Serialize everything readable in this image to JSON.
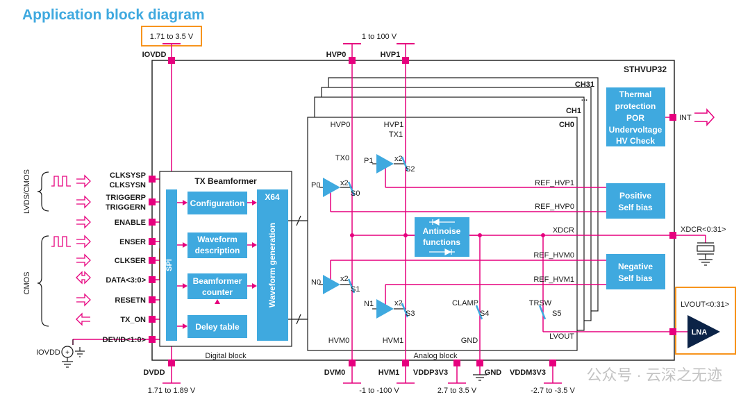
{
  "title": "Application block diagram",
  "chip_name": "STHVUP32",
  "supplies": {
    "iovdd_range": "1.71 to 3.5 V",
    "iovdd": "IOVDD",
    "hv_range": "1 to 100 V",
    "hvp0": "HVP0",
    "hvp1": "HVP1",
    "dvdd": "DVDD",
    "dvdd_range": "1.71 to 1.89 V",
    "dvm0": "DVM0",
    "hvm1": "HVM1",
    "hvm_range": "-1 to -100 V",
    "vddp3v3": "VDDP3V3",
    "vddp_range": "2.7 to 3.5 V",
    "gnd": "GND",
    "vddm3v3": "VDDM3V3",
    "vddm_range": "-2.7 to -3.5 V"
  },
  "channels": {
    "ch31": "CH31",
    "dots": "...",
    "ch1": "CH1",
    "ch0": "CH0"
  },
  "left_groups": {
    "lvds": "LVDS/CMOS",
    "cmos": "CMOS"
  },
  "pins": {
    "clksysp": "CLKSYSP",
    "clksysn": "CLKSYSN",
    "triggerp": "TRIGGERP",
    "triggern": "TRIGGERN",
    "enable": "ENABLE",
    "enser": "ENSER",
    "clkser": "CLKSER",
    "data": "DATA<3:0>",
    "resetn": "RESETN",
    "tx_on": "TX_ON",
    "devid": "DEVID<1:0>",
    "iovdd_src": "IOVDD"
  },
  "tx_beamformer": {
    "title": "TX Beamformer",
    "spi": "SPI",
    "configuration": "Configuration",
    "waveform_description": [
      "Waveform",
      "description"
    ],
    "beamformer_counter": [
      "Beamformer",
      "counter"
    ],
    "delay_table": "Deley table",
    "x64": "X64",
    "waveform_generation": "Waveform generation",
    "digital_block": "Digital block"
  },
  "analog": {
    "hvp0": "HVP0",
    "hvp1": "HVP1",
    "tx1": "TX1",
    "tx0": "TX0",
    "p1": "P1",
    "p0": "P0",
    "x2": "x2",
    "s0": "S0",
    "s1": "S1",
    "s2": "S2",
    "s3": "S3",
    "s4": "S4",
    "s5": "S5",
    "n0": "N0",
    "n1": "N1",
    "clamp": "CLAMP",
    "trsw": "TRSW",
    "ref_hvp1": "REF_HVP1",
    "ref_hvp0": "REF_HVP0",
    "xdcr": "XDCR",
    "ref_hvm0": "REF_HVM0",
    "ref_hvm1": "REF_HVM1",
    "hvm0": "HVM0",
    "hvm1": "HVM1",
    "gnd": "GND",
    "lvout": "LVOUT",
    "antinoise": [
      "Antinoise",
      "functions"
    ],
    "analog_block": "Analog block"
  },
  "right_blocks": {
    "thermal": [
      "Thermal",
      "protection",
      "POR",
      "Undervoltage",
      "HV Check"
    ],
    "positive": [
      "Positive",
      "Self bias"
    ],
    "negative": [
      "Negative",
      "Self bias"
    ],
    "int": "INT",
    "xdcr_out": "XDCR<0:31>",
    "lvout_out": "LVOUT<0:31>",
    "lna": "LNA"
  },
  "watermark": "公众号 · 云深之无迹",
  "colors": {
    "title_blue": "#3fa9df",
    "block_blue": "#3fa9df",
    "magenta": "#e6007e",
    "orange": "#f7941d",
    "dark": "#1a1a1a",
    "lna": "#0b2347"
  }
}
